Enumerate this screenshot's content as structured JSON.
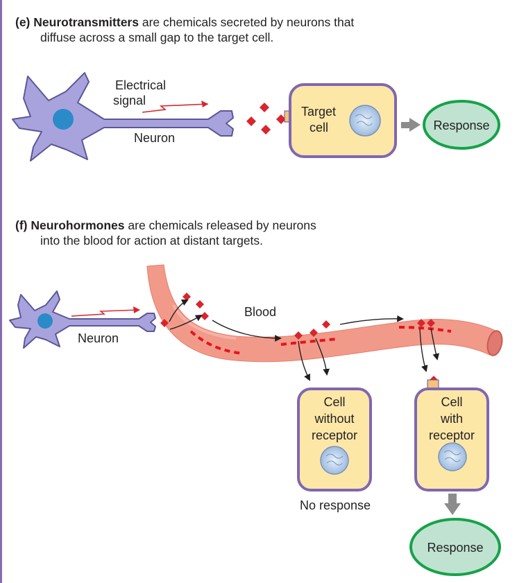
{
  "panel_e": {
    "tag": "(e)",
    "term": "Neurotransmitters",
    "caption_rest": " are chemicals secreted by neurons that",
    "caption_line2": "diffuse across a small gap to the target cell.",
    "label_electrical": "Electrical",
    "label_signal": "signal",
    "label_neuron": "Neuron",
    "label_target_1": "Target",
    "label_target_2": "cell",
    "label_response": "Response"
  },
  "panel_f": {
    "tag": "(f)",
    "term": "Neurohormones",
    "caption_rest": " are chemicals released by neurons",
    "caption_line2": "into the blood for action at distant targets.",
    "label_blood": "Blood",
    "label_neuron": "Neuron",
    "cell_without": [
      "Cell",
      "without",
      "receptor"
    ],
    "cell_with": [
      "Cell",
      "with",
      "receptor"
    ],
    "label_no_response": "No response",
    "label_response": "Response"
  },
  "colors": {
    "neuron_fill": "#a9a3dd",
    "neuron_stroke": "#5b5796",
    "nucleus": "#2b8bc8",
    "signal_arrow": "#d7262e",
    "molecule": "#d7262e",
    "cell_fill": "#fde7a7",
    "cell_stroke": "#7f67b2",
    "response_fill": "#bfe3d0",
    "response_stroke": "#16a24a",
    "blood_vessel": "#f29a8a",
    "receptor": "#f4c27a"
  }
}
